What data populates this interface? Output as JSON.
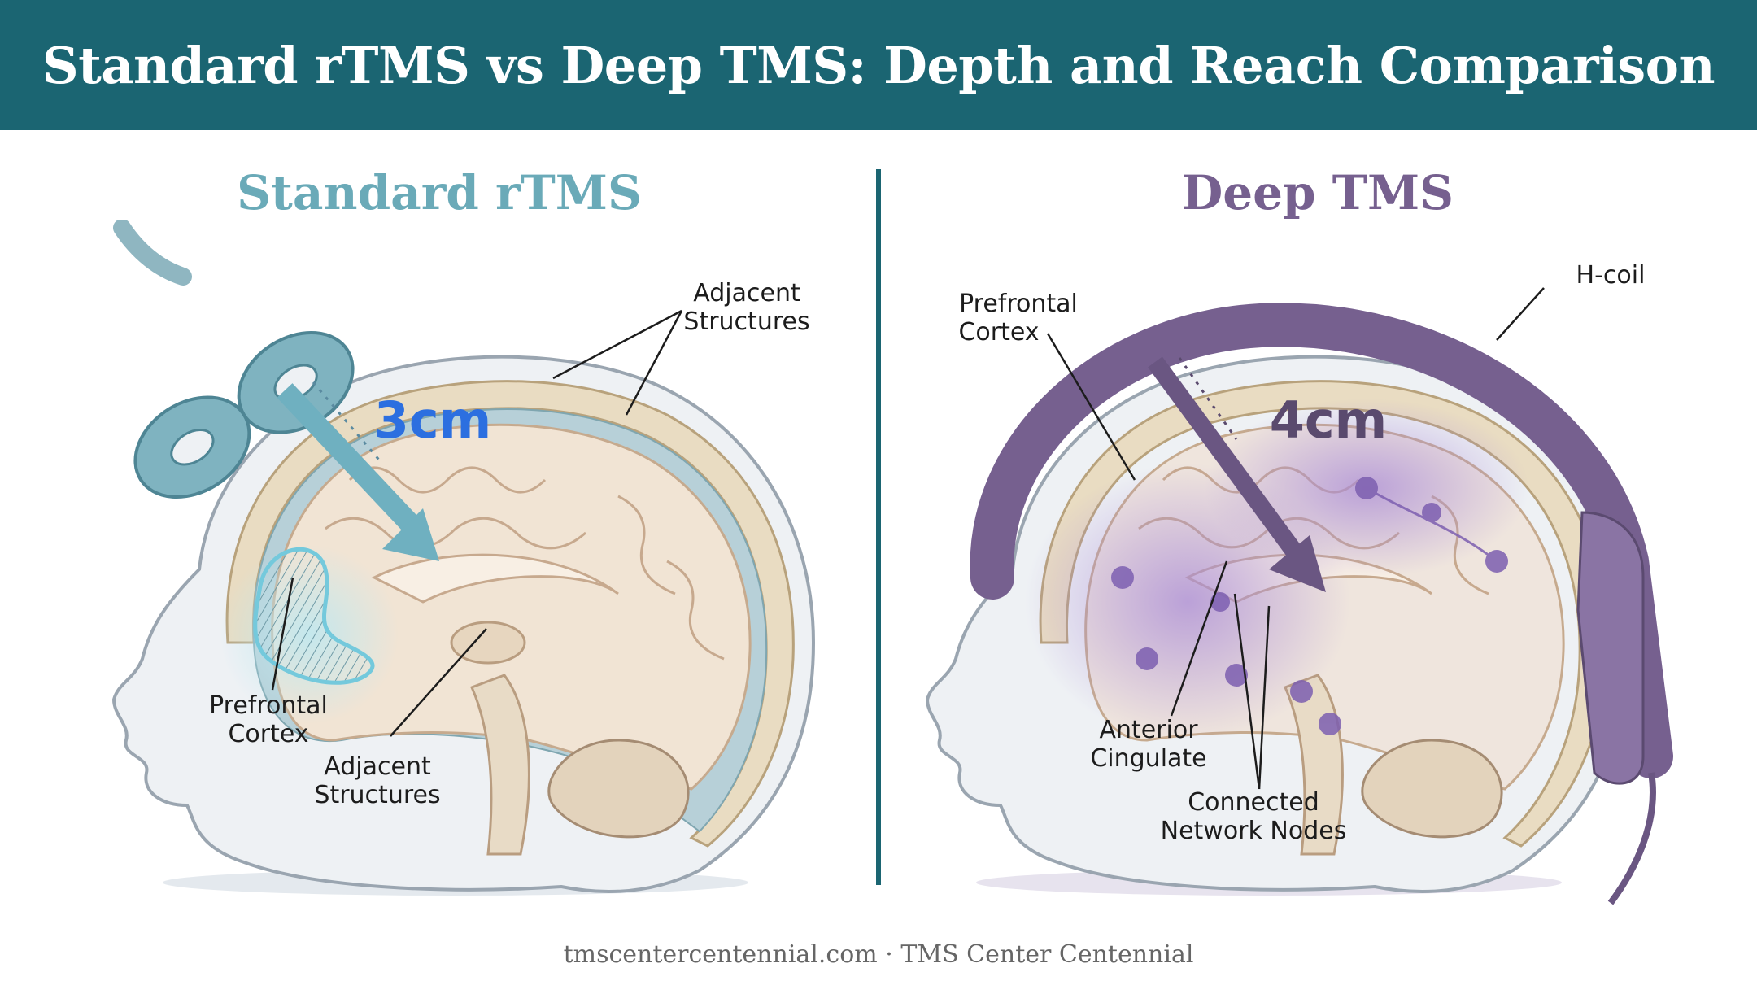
{
  "title": "Standard rTMS vs Deep TMS: Depth and Reach Comparison",
  "left_panel": {
    "heading": "Standard rTMS",
    "depth": "3cm",
    "labels": {
      "adjacent_top_1": "Adjacent",
      "adjacent_top_2": "Structures",
      "prefrontal_1": "Prefrontal",
      "prefrontal_2": "Cortex",
      "adjacent_bottom_1": "Adjacent",
      "adjacent_bottom_2": "Structures"
    }
  },
  "right_panel": {
    "heading": "Deep TMS",
    "depth": "4cm",
    "labels": {
      "hcoil": "H-coil",
      "prefrontal_1": "Prefrontal",
      "prefrontal_2": "Cortex",
      "anterior_1": "Anterior",
      "anterior_2": "Cingulate",
      "network_1": "Connected",
      "network_2": "Network Nodes"
    }
  },
  "footer": "tmscentercentennial.com · TMS Center Centennial",
  "colors": {
    "title_bar": "#1b6572",
    "left_accent": "#6aaab8",
    "right_accent": "#76608f",
    "depth_left": "#2c6fe0",
    "coil_left": "#7fb3c0",
    "coil_right": "#76608f"
  }
}
